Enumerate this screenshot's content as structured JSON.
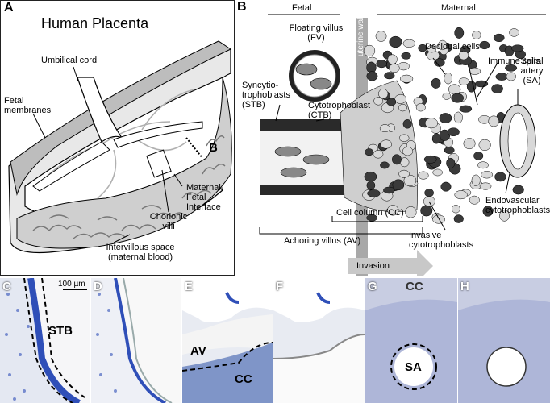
{
  "panelA": {
    "letter": "A",
    "title": "Human Placenta",
    "umbilical_cord": "Umbilical cord",
    "fetal_membranes": "Fetal membranes",
    "b_marker": "B",
    "interface": "Maternal-Fetal Interface",
    "chorionic_villi": "Chorionic villi",
    "intervillous": "Intervillous space (maternal blood)"
  },
  "panelB": {
    "letter": "B",
    "fetal": "Fetal",
    "maternal": "Maternal",
    "floating_villus": "Floating villus (FV)",
    "syncytio": "Syncytio- trophoblasts (STB)",
    "cytotrophoblast": "Cytotrophoblast (CTB)",
    "uterine_wall": "uterine wall",
    "decidual": "Decidual cells",
    "immune": "Immune cells",
    "spiral": "Spiral artery (SA)",
    "endovascular": "Endovascular cytotrophoblasts",
    "invasive": "Invasive cytotrophoblasts",
    "cell_column": "Cell column (CC)",
    "anchoring": "Achoring villus (AV)",
    "invasion": "Invasion"
  },
  "histology": {
    "C": "C",
    "D": "D",
    "E": "E",
    "F": "F",
    "G": "G",
    "H": "H",
    "scale": "100 µm",
    "stb": "STB",
    "av": "AV",
    "cc_e": "CC",
    "cc_g": "CC",
    "sa": "SA"
  },
  "colors": {
    "stain_blue": "#2f4fb8",
    "light_gray": "#d8d8d8",
    "dark_cell": "#3a3a3a"
  }
}
